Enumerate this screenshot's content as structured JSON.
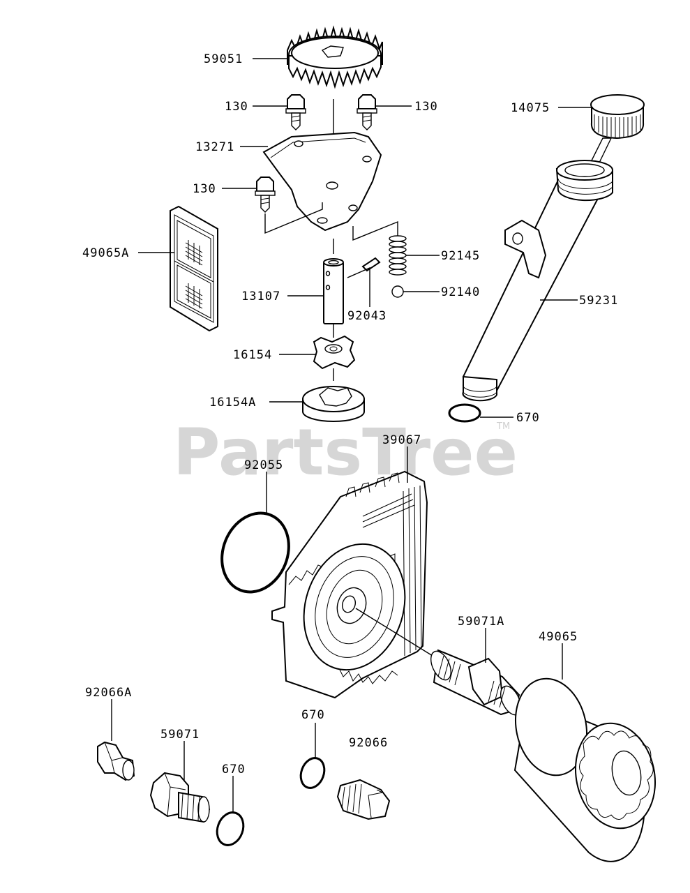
{
  "diagram": {
    "watermark": "PartsTree",
    "watermark_tm": "TM",
    "callouts": {
      "gear": "59051",
      "bolt_left": "130",
      "bolt_right": "130",
      "plate": "13271",
      "bolt_mid": "130",
      "screen": "49065A",
      "spring": "92145",
      "ball": "92140",
      "shaft": "13107",
      "pin": "92043",
      "inner_rotor": "16154",
      "outer_rotor": "16154A",
      "cap": "14075",
      "filler_pipe": "59231",
      "oring_pipe": "670",
      "cooler": "39067",
      "gasket": "92055",
      "nipple_A": "59071A",
      "oil_filter": "49065",
      "plug_A": "92066A",
      "nipple": "59071",
      "oring_left": "670",
      "oring_mid": "670",
      "plug": "92066"
    }
  }
}
